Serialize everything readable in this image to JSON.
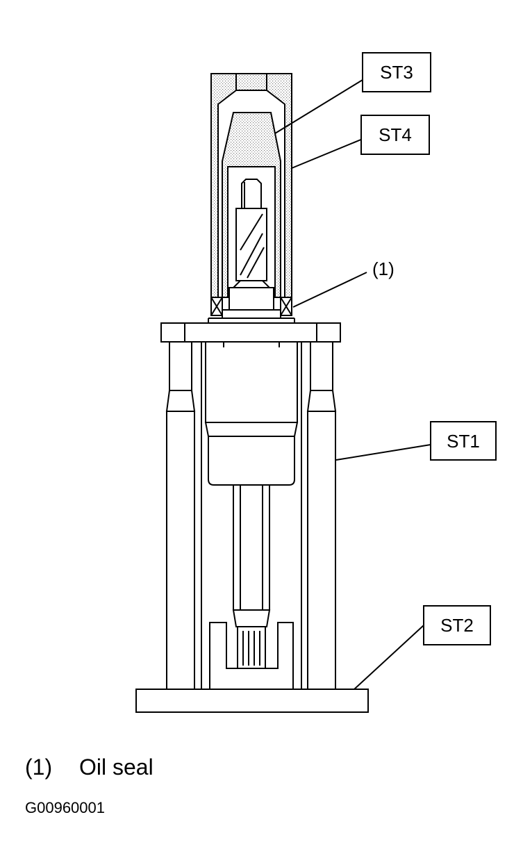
{
  "figure": {
    "callouts": [
      {
        "key": "st3",
        "text": "ST3"
      },
      {
        "key": "st4",
        "text": "ST4"
      },
      {
        "key": "item1",
        "text": "(1)"
      },
      {
        "key": "st1",
        "text": "ST1"
      },
      {
        "key": "st2",
        "text": "ST2"
      }
    ],
    "legend": [
      {
        "number": "(1)",
        "text": "Oil seal"
      }
    ],
    "figure_id": "G00960001"
  }
}
